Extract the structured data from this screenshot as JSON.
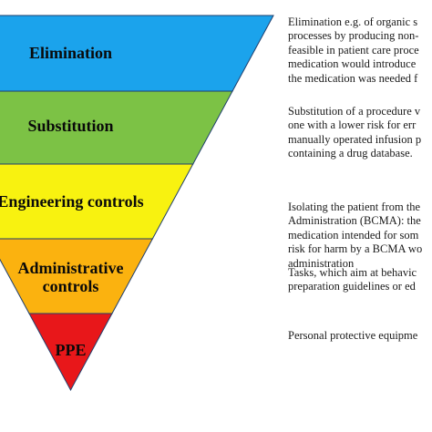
{
  "hierarchy": {
    "levels": [
      {
        "label_lines": [
          "Elimination"
        ],
        "color": "#1ba3ec",
        "description_lines": [
          "Elimination e.g. of organic s",
          "processes by producing non-",
          "feasible in patient care proce",
          "medication would introduce",
          "the medication was needed f"
        ]
      },
      {
        "label_lines": [
          "Substitution"
        ],
        "color": "#7cc245",
        "description_lines": [
          "Substitution of a procedure v",
          "one with a lower risk for err",
          "manually operated infusion p",
          "containing a drug database."
        ]
      },
      {
        "label_lines": [
          "Engineering controls"
        ],
        "color": "#f8f210",
        "description_lines": [
          "Isolating the patient from the",
          "Administration (BCMA): the",
          "medication intended for som",
          "risk for harm by a BCMA wo",
          "administration"
        ]
      },
      {
        "label_lines": [
          "Administrative",
          "controls"
        ],
        "color": "#fbb20f",
        "description_lines": [
          "Tasks, which aim at behavic",
          "preparation guidelines or ed"
        ]
      },
      {
        "label_lines": [
          "PPE"
        ],
        "color": "#e8171a",
        "description_lines": [
          "Personal protective equipme"
        ]
      }
    ]
  }
}
